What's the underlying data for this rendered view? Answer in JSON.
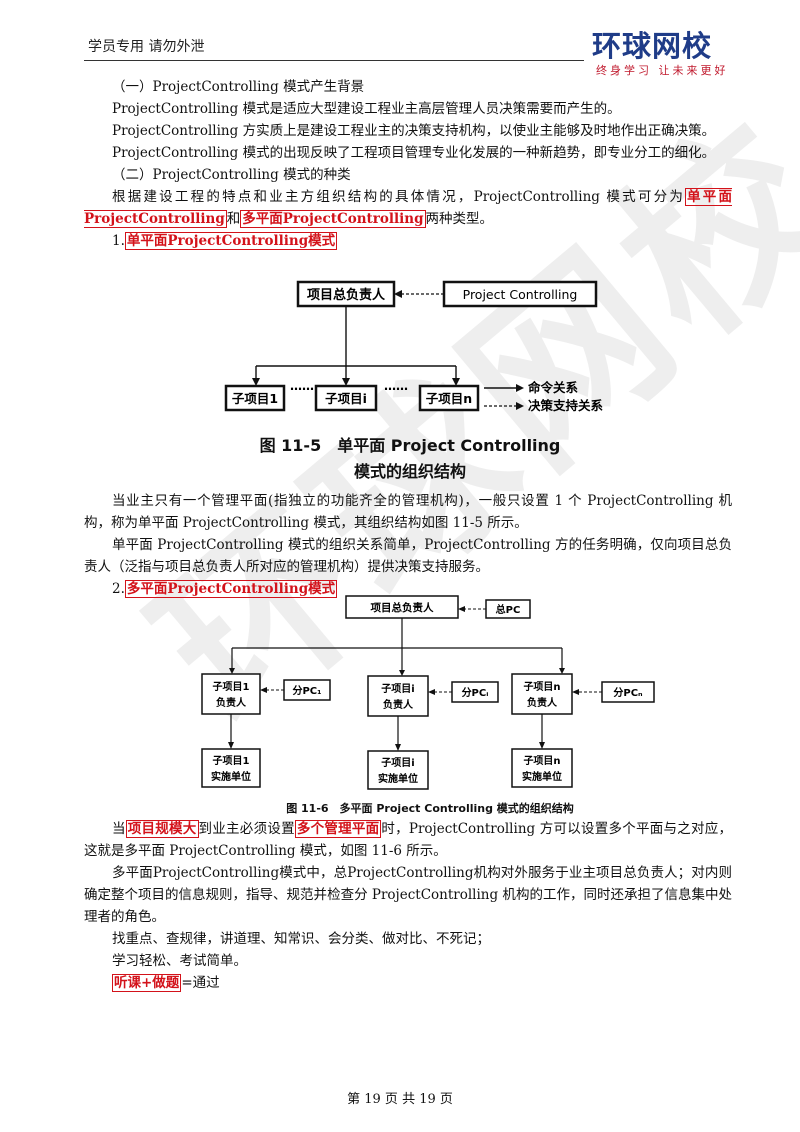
{
  "header": {
    "left_text": "学员专用 请勿外泄",
    "logo_main": "环球网校",
    "logo_sub": "终身学习 让未来更好"
  },
  "watermark": "环球网校",
  "sections": {
    "s1_title": "（一）ProjectControlling 模式产生背景",
    "p1": "ProjectControlling 模式是适应大型建设工程业主高层管理人员决策需要而产生的。",
    "p2": "ProjectControlling 方实质上是建设工程业主的决策支持机构，以使业主能够及时地作出正确决策。",
    "p3": "ProjectControlling 模式的出现反映了工程项目管理专业化发展的一种新趋势，即专业分工的细化。",
    "s2_title": "（二）ProjectControlling 模式的种类",
    "p4_a": "根据建设工程的特点和业主方组织结构的具体情况，ProjectControlling 模式可分为",
    "p4_h1": "单平面ProjectControlling",
    "p4_b": "和",
    "p4_h2": "多平面ProjectControlling",
    "p4_c": "两种类型。",
    "item1_num": "1.",
    "item1_title": "单平面ProjectControlling模式",
    "p5": "当业主只有一个管理平面(指独立的功能齐全的管理机构)，一般只设置 1 个 ProjectControlling 机构，称为单平面 ProjectControlling 模式，其组织结构如图 11-5 所示。",
    "p6": "单平面 ProjectControlling 模式的组织关系简单，ProjectControlling 方的任务明确，仅向项目总负责人（泛指与项目总负责人所对应的管理机构）提供决策支持服务。",
    "item2_num": "2.",
    "item2_title": "多平面ProjectControlling模式",
    "p7_a": "当",
    "p7_h1": "项目规模大",
    "p7_b": "到业主必须设置",
    "p7_h2": "多个管理平面",
    "p7_c": "时，ProjectControlling 方可以设置多个平面与之对应，这就是多平面 ProjectControlling 模式，如图 11-6 所示。",
    "p8": "多平面ProjectControlling模式中，总ProjectControlling机构对外服务于业主项目总负责人；对内则确定整个项目的信息规则，指导、规范并检查分 ProjectControlling 机构的工作，同时还承担了信息集中处理者的角色。",
    "p9": "找重点、查规律，讲道理、知常识、会分类、做对比、不死记；",
    "p10": "学习轻松、考试简单。",
    "p11_h": "听课+做题",
    "p11_b": "=通过"
  },
  "fig1": {
    "top_box": "项目总负责人",
    "pc_box": "Project Controlling",
    "sub1": "子项目1",
    "subi": "子项目i",
    "subn": "子项目n",
    "dots": "……",
    "legend_cmd": "命令关系",
    "legend_dec": "决策支持关系",
    "caption_line1": "图 11-5　单平面 Project Controlling",
    "caption_line2": "模式的组织结构"
  },
  "fig2": {
    "top_box": "项目总负责人",
    "total_pc": "总PC",
    "sub1_l1": "子项目1",
    "sub1_l2": "负责人",
    "subi_l1": "子项目i",
    "subi_l2": "负责人",
    "subn_l1": "子项目n",
    "subn_l2": "负责人",
    "pc1": "分PC₁",
    "pci": "分PCᵢ",
    "pcn": "分PCₙ",
    "unit1_l1": "子项目1",
    "unit1_l2": "实施单位",
    "uniti_l1": "子项目i",
    "uniti_l2": "实施单位",
    "unitn_l1": "子项目n",
    "unitn_l2": "实施单位",
    "caption": "图 11-6　多平面 Project Controlling 模式的组织结构"
  },
  "footer": "第 19 页 共 19 页"
}
